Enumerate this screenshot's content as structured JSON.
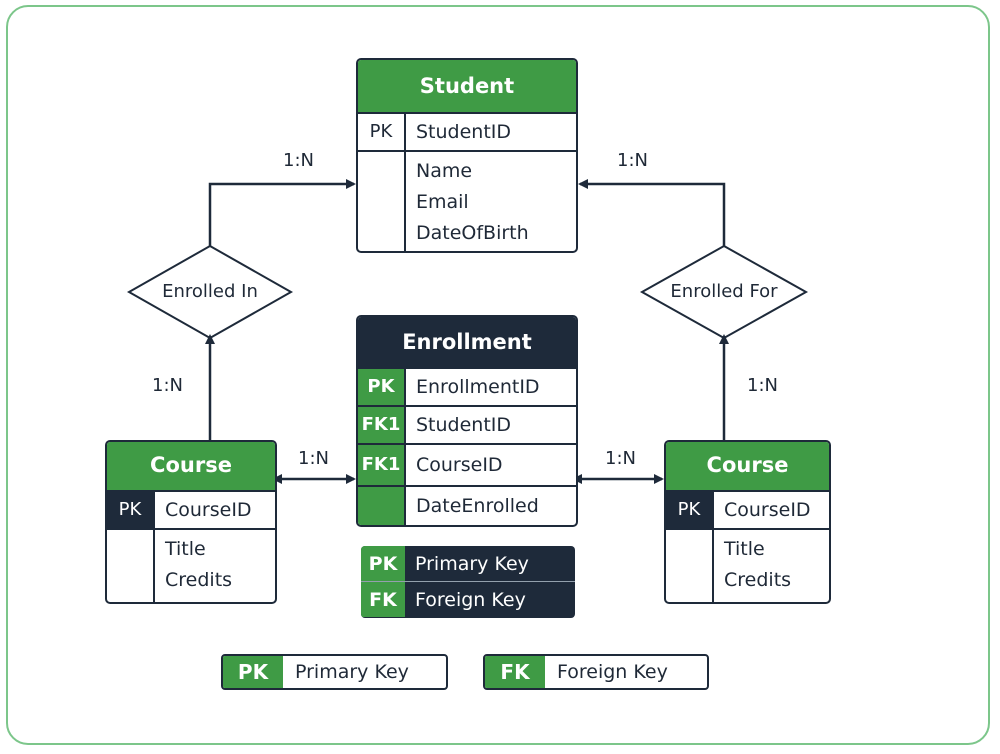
{
  "colors": {
    "green": "#3f9b45",
    "navy": "#1e2a3a",
    "frame": "#7cc68a"
  },
  "student": {
    "title": "Student",
    "pk_label": "PK",
    "pk_field": "StudentID",
    "attributes": [
      "Name",
      "Email",
      "DateOfBirth"
    ]
  },
  "enrollment": {
    "title": "Enrollment",
    "rows": [
      {
        "key": "PK",
        "field": "EnrollmentID"
      },
      {
        "key": "FK1",
        "field": "StudentID"
      },
      {
        "key": "FK1",
        "field": "CourseID"
      },
      {
        "key": "",
        "field": "DateEnrolled"
      }
    ]
  },
  "course_left": {
    "title": "Course",
    "pk_label": "PK",
    "pk_field": "CourseID",
    "attributes": [
      "Title",
      "Credits"
    ]
  },
  "course_right": {
    "title": "Course",
    "pk_label": "PK",
    "pk_field": "CourseID",
    "attributes": [
      "Title",
      "Credits"
    ]
  },
  "relationships": {
    "left": "Enrolled In",
    "right": "Enrolled For"
  },
  "cardinality": {
    "left_top": "1:N",
    "right_top": "1:N",
    "left_bottom": "1:N",
    "right_bottom": "1:N",
    "left_mid": "1:N",
    "right_mid": "1:N"
  },
  "legend_box": [
    {
      "key": "PK",
      "text": "Primary Key"
    },
    {
      "key": "FK",
      "text": "Foreign Key"
    }
  ],
  "legend_bottom": [
    {
      "key": "PK",
      "text": "Primary Key"
    },
    {
      "key": "FK",
      "text": "Foreign Key"
    }
  ]
}
